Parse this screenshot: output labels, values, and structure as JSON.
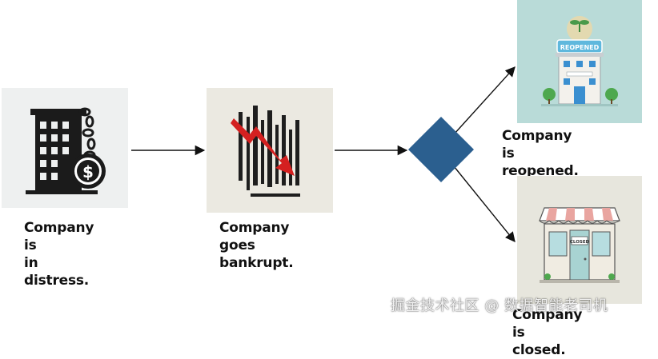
{
  "diagram": {
    "nodes": [
      {
        "id": "distress",
        "label": "Company is\nin distress.",
        "icon": "building-debt-ball-icon",
        "tile_color": "#eef0f0"
      },
      {
        "id": "bankrupt",
        "label": "Company goes\nbankrupt.",
        "icon": "falling-chart-arrow-icon",
        "tile_color": "#ebe9e1"
      },
      {
        "id": "decision",
        "shape": "diamond",
        "color": "#2b5f8f"
      },
      {
        "id": "reopened",
        "label": "Company is reopened.",
        "icon": "reopened-building-icon",
        "tile_color": "#b9dbd8"
      },
      {
        "id": "closed",
        "label": "Company is closed.",
        "icon": "closed-store-icon",
        "tile_color": "#e7e6dd"
      }
    ],
    "edges": [
      {
        "from": "distress",
        "to": "bankrupt"
      },
      {
        "from": "bankrupt",
        "to": "decision"
      },
      {
        "from": "decision",
        "to": "reopened"
      },
      {
        "from": "decision",
        "to": "closed"
      }
    ],
    "icon_text": {
      "reopened_sign": "REOPENED",
      "door_sign": "CLOSED"
    }
  },
  "watermark": "掘金技术社区 @ 数据智能老司机"
}
